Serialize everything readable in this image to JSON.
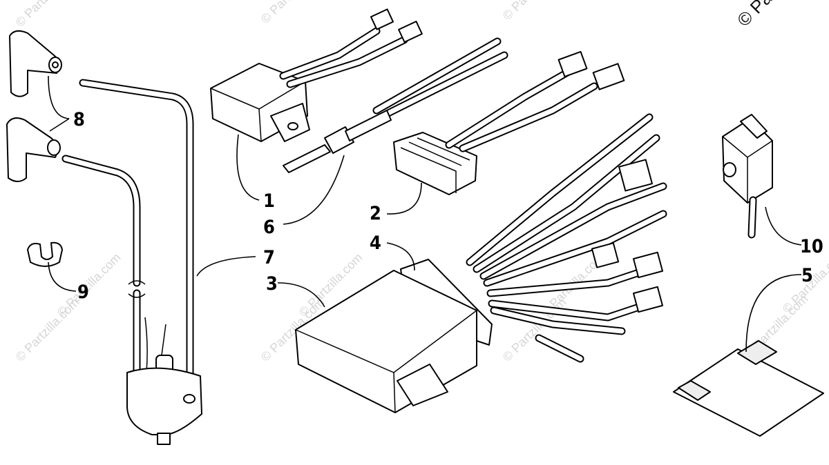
{
  "diagram": {
    "callouts": [
      {
        "id": "1",
        "label": "1"
      },
      {
        "id": "2",
        "label": "2"
      },
      {
        "id": "3",
        "label": "3"
      },
      {
        "id": "4",
        "label": "4"
      },
      {
        "id": "5",
        "label": "5"
      },
      {
        "id": "6",
        "label": "6"
      },
      {
        "id": "7",
        "label": "7"
      },
      {
        "id": "8",
        "label": "8"
      },
      {
        "id": "9",
        "label": "9"
      },
      {
        "id": "10",
        "label": "10"
      }
    ],
    "watermark": {
      "text": "© Partzilla.com",
      "corner_text": "© Pa"
    }
  }
}
